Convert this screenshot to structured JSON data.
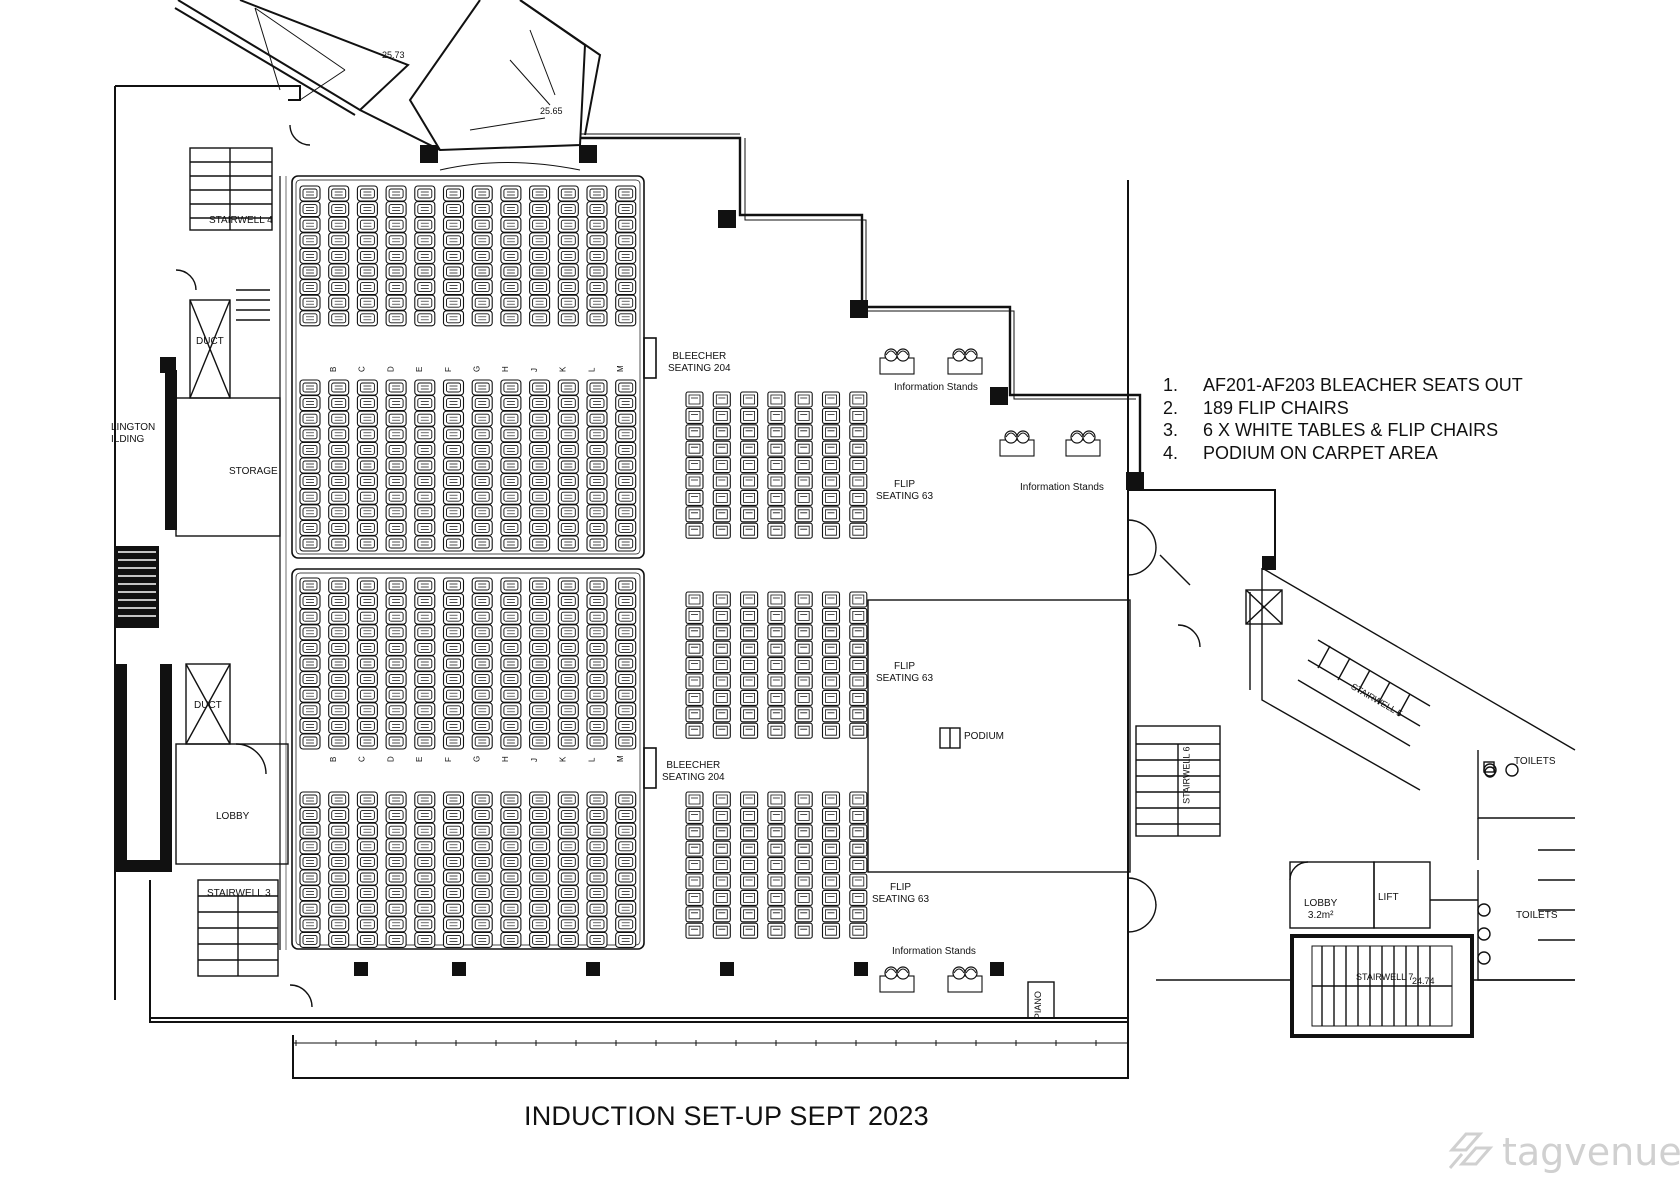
{
  "notes": [
    {
      "num": "1.",
      "text": "AF201-AF203 BLEACHER SEATS OUT"
    },
    {
      "num": "2.",
      "text": "189 FLIP CHAIRS"
    },
    {
      "num": "3.",
      "text": "6 X WHITE TABLES & FLIP CHAIRS"
    },
    {
      "num": "4.",
      "text": "PODIUM ON CARPET AREA"
    }
  ],
  "footer_title": "INDUCTION SET-UP SEPT 2023",
  "watermark": "tagvenue",
  "labels": {
    "bleacher_top": "BLEECHER\nSEATING 204",
    "bleacher_bottom": "BLEECHER\nSEATING 204",
    "flip_1": "FLIP\nSEATING 63",
    "flip_2": "FLIP\nSEATING 63",
    "flip_3": "FLIP\nSEATING 63",
    "info_1": "Information Stands",
    "info_2": "Information Stands",
    "info_3": "Information Stands",
    "podium": "PODIUM",
    "piano": "PIANO",
    "storage": "STORAGE",
    "duct_1": "DUCT",
    "duct_2": "DUCT",
    "lobby_left": "LOBBY",
    "stairwell_3": "STAIRWELL 3",
    "stairwell_4": "STAIRWELL 4",
    "stairwell_5": "STAIRWELL 5",
    "stairwell_6": "STAIRWELL 6",
    "stairwell_7": "STAIRWELL 7",
    "lift": "LIFT",
    "lobby_right": "LOBBY\n3.2m²",
    "toilets_1": "TOILETS",
    "toilets_2": "TOILETS",
    "building_frag": "LINGTON\nILDING",
    "level_1": "25.73",
    "level_2": "25.65",
    "level_3": "24.74"
  },
  "row_letters": [
    "B",
    "C",
    "D",
    "E",
    "F",
    "G",
    "H",
    "J",
    "K",
    "L",
    "M"
  ]
}
